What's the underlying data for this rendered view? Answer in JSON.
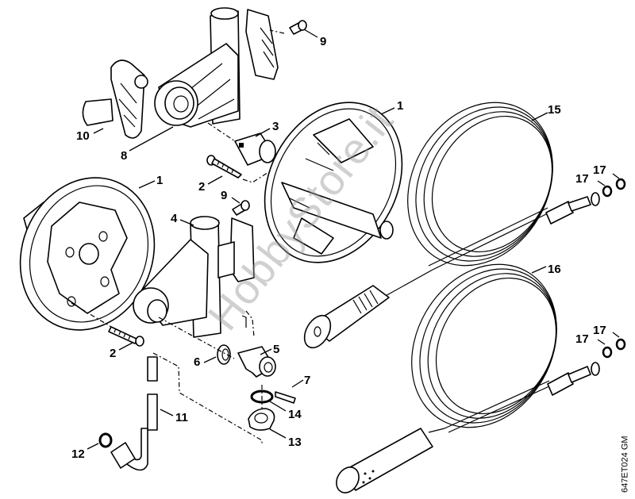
{
  "diagram": {
    "title_code": "647ET024 GM",
    "watermark": "HobbyStore.it",
    "colors": {
      "line": "#000000",
      "background": "#ffffff",
      "watermark": "#969696"
    },
    "callouts": [
      {
        "id": "c9a",
        "text": "9",
        "part": "screw-top"
      },
      {
        "id": "c10",
        "text": "10",
        "part": "crank-handle"
      },
      {
        "id": "c8",
        "text": "8",
        "part": "upper-bracket"
      },
      {
        "id": "c3",
        "text": "3",
        "part": "coupling-sleeve"
      },
      {
        "id": "c2a",
        "text": "2",
        "part": "screw-upper"
      },
      {
        "id": "c1a",
        "text": "1",
        "part": "reel-disc-right"
      },
      {
        "id": "c15",
        "text": "15",
        "part": "hose-coil-upper"
      },
      {
        "id": "c17a",
        "text": "17",
        "part": "o-ring-upper-a"
      },
      {
        "id": "c17b",
        "text": "17",
        "part": "o-ring-upper-b"
      },
      {
        "id": "c1b",
        "text": "1",
        "part": "reel-disc-left"
      },
      {
        "id": "c9b",
        "text": "9",
        "part": "screw-middle"
      },
      {
        "id": "c4",
        "text": "4",
        "part": "lower-bracket"
      },
      {
        "id": "c16",
        "text": "16",
        "part": "hose-coil-lower"
      },
      {
        "id": "c17c",
        "text": "17",
        "part": "o-ring-lower-a"
      },
      {
        "id": "c17d",
        "text": "17",
        "part": "o-ring-lower-b"
      },
      {
        "id": "c2b",
        "text": "2",
        "part": "screw-lower"
      },
      {
        "id": "c6",
        "text": "6",
        "part": "clip"
      },
      {
        "id": "c5",
        "text": "5",
        "part": "elbow-fitting"
      },
      {
        "id": "c7",
        "text": "7",
        "part": "retaining-pin"
      },
      {
        "id": "c11",
        "text": "11",
        "part": "connecting-hose"
      },
      {
        "id": "c14",
        "text": "14",
        "part": "o-ring-fitting"
      },
      {
        "id": "c12",
        "text": "12",
        "part": "sealing-washer"
      },
      {
        "id": "c13",
        "text": "13",
        "part": "bushing"
      }
    ]
  }
}
